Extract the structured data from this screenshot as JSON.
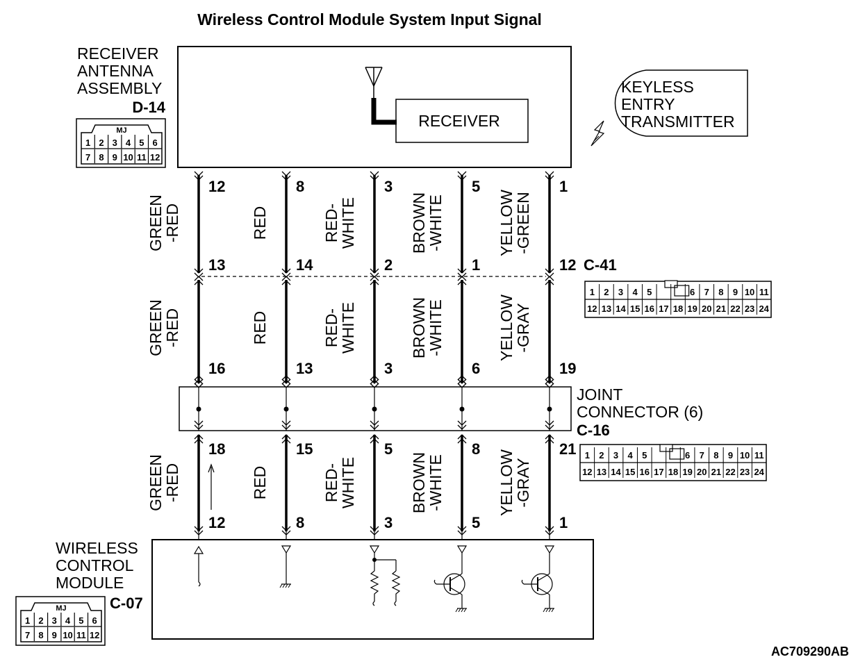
{
  "title": "Wireless Control Module System Input Signal",
  "receiver_assembly": {
    "label_lines": [
      "RECEIVER",
      "ANTENNA",
      "ASSEMBLY"
    ],
    "connector_id": "D-14",
    "receiver_label": "RECEIVER",
    "connector_face": {
      "mark": "MJ",
      "row1": [
        "1",
        "2",
        "3",
        "4",
        "5",
        "6"
      ],
      "row2": [
        "7",
        "8",
        "9",
        "10",
        "11",
        "12"
      ]
    }
  },
  "transmitter": {
    "label_lines": [
      "KEYLESS",
      "ENTRY",
      "TRANSMITTER"
    ]
  },
  "connector_c41": {
    "id": "C-41",
    "row1": [
      "1",
      "2",
      "3",
      "4",
      "5",
      "",
      "6",
      "7",
      "8",
      "9",
      "10",
      "11"
    ],
    "row2": [
      "12",
      "13",
      "14",
      "15",
      "16",
      "17",
      "18",
      "19",
      "20",
      "21",
      "22",
      "23",
      "24"
    ]
  },
  "joint_connector": {
    "label_lines": [
      "JOINT",
      "CONNECTOR (6)"
    ],
    "id": "C-16",
    "row1": [
      "1",
      "2",
      "3",
      "4",
      "5",
      "",
      "6",
      "7",
      "8",
      "9",
      "10",
      "11"
    ],
    "row2": [
      "12",
      "13",
      "14",
      "15",
      "16",
      "17",
      "18",
      "19",
      "20",
      "21",
      "22",
      "23",
      "24"
    ]
  },
  "module": {
    "label_lines": [
      "WIRELESS",
      "CONTROL",
      "MODULE"
    ],
    "connector_id": "C-07",
    "connector_face": {
      "mark": "MJ",
      "row1": [
        "1",
        "2",
        "3",
        "4",
        "5",
        "6"
      ],
      "row2": [
        "7",
        "8",
        "9",
        "10",
        "11",
        "12"
      ]
    }
  },
  "wires": [
    {
      "seg1_color": [
        "GREEN",
        "-RED"
      ],
      "seg2_color": [
        "GREEN",
        "-RED"
      ],
      "seg3_color": [
        "GREEN",
        "-RED"
      ],
      "pins": {
        "d14": "12",
        "c41_top": "13",
        "c41_bottom": "16",
        "c16_bottom": "18",
        "c07": "12"
      }
    },
    {
      "seg1_color": [
        "RED"
      ],
      "seg2_color": [
        "RED"
      ],
      "seg3_color": [
        "RED"
      ],
      "pins": {
        "d14": "8",
        "c41_top": "14",
        "c41_bottom": "13",
        "c16_bottom": "15",
        "c07": "8"
      }
    },
    {
      "seg1_color": [
        "RED-",
        "WHITE"
      ],
      "seg2_color": [
        "RED-",
        "WHITE"
      ],
      "seg3_color": [
        "RED-",
        "WHITE"
      ],
      "pins": {
        "d14": "3",
        "c41_top": "2",
        "c41_bottom": "3",
        "c16_bottom": "5",
        "c07": "3"
      }
    },
    {
      "seg1_color": [
        "BROWN",
        "-WHITE"
      ],
      "seg2_color": [
        "BROWN",
        "-WHITE"
      ],
      "seg3_color": [
        "BROWN",
        "-WHITE"
      ],
      "pins": {
        "d14": "5",
        "c41_top": "1",
        "c41_bottom": "6",
        "c16_bottom": "8",
        "c07": "5"
      }
    },
    {
      "seg1_color": [
        "YELLOW",
        "-GREEN"
      ],
      "seg2_color": [
        "YELLOW",
        "-GRAY"
      ],
      "seg3_color": [
        "YELLOW",
        "-GRAY"
      ],
      "pins": {
        "d14": "1",
        "c41_top": "12",
        "c41_bottom": "19",
        "c16_bottom": "21",
        "c07": "1"
      }
    }
  ],
  "figure_code": "AC709290AB"
}
